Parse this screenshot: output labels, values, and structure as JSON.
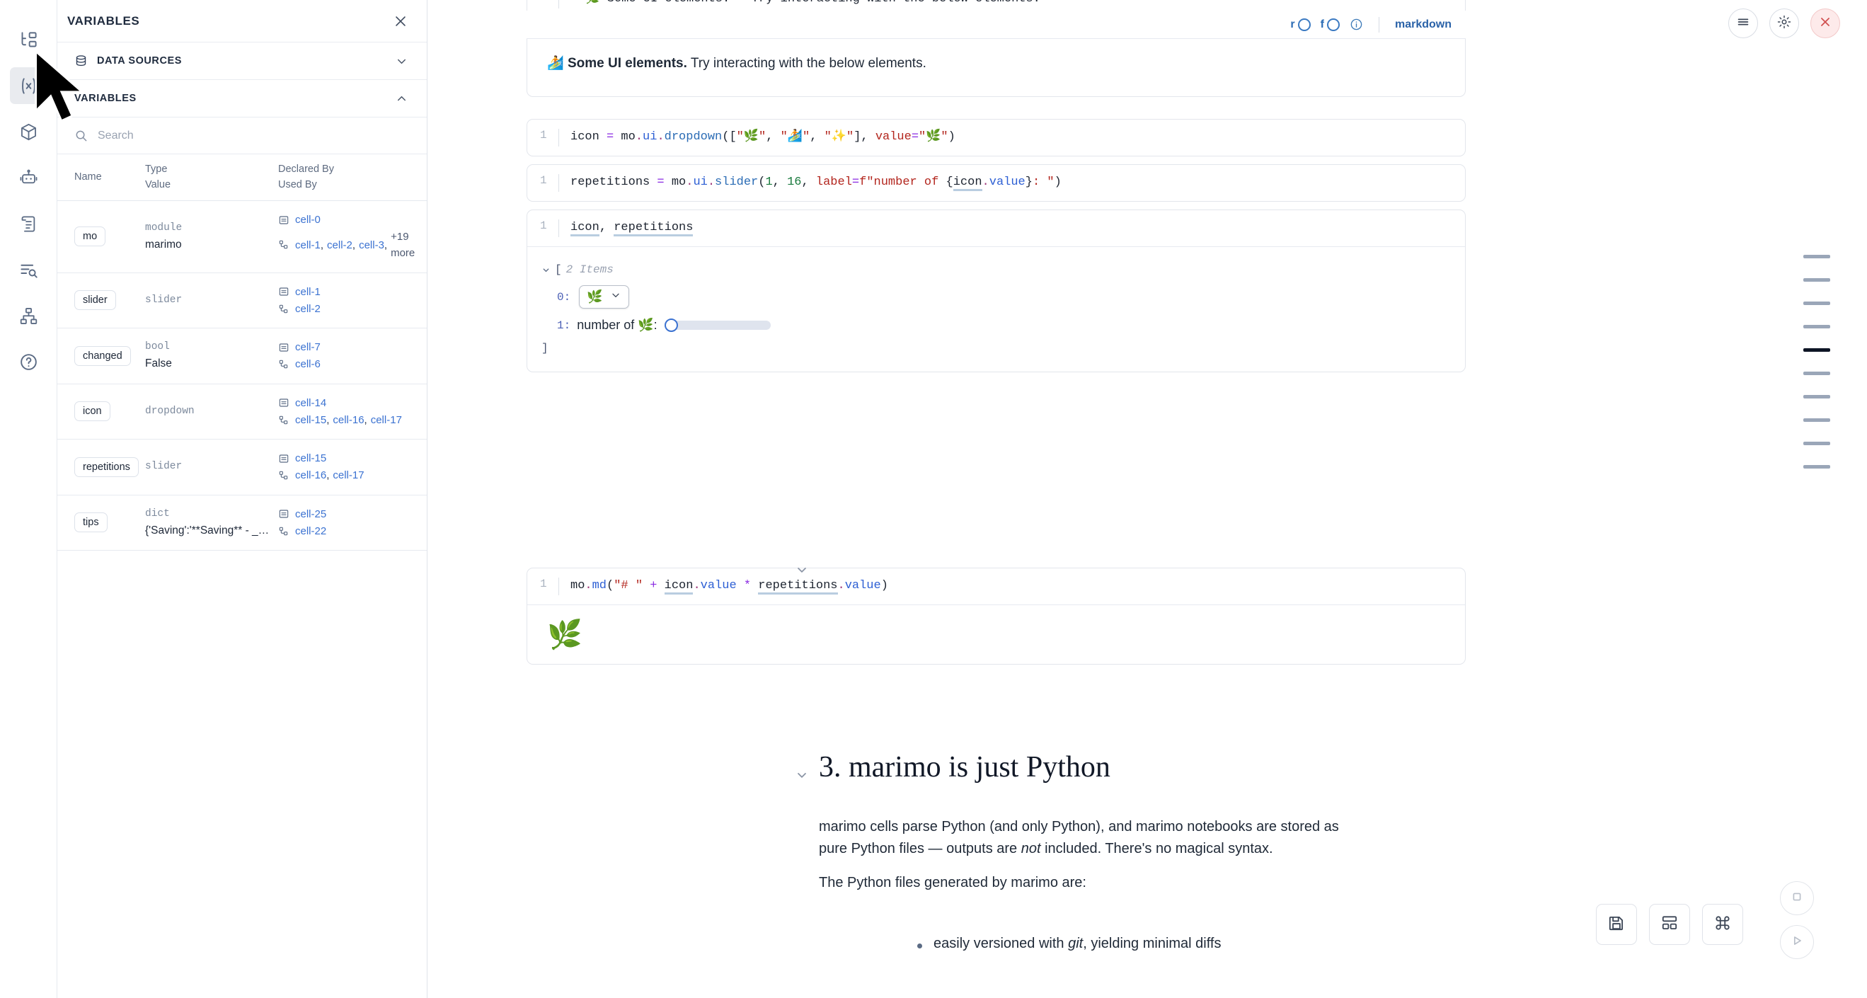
{
  "rail": {
    "items": [
      {
        "name": "file-tree-icon",
        "title": "File explorer"
      },
      {
        "name": "variables-icon",
        "title": "Variables",
        "active": true
      },
      {
        "name": "package-cube-icon",
        "title": "Packages"
      },
      {
        "name": "robot-icon",
        "title": "AI assistant"
      },
      {
        "name": "scroll-doc-icon",
        "title": "Documentation"
      },
      {
        "name": "search-list-icon",
        "title": "Find"
      },
      {
        "name": "dependency-graph-icon",
        "title": "Dependency graph"
      },
      {
        "name": "help-circle-icon",
        "title": "Help"
      }
    ]
  },
  "panel": {
    "title": "VARIABLES",
    "close_label": "×",
    "sections": [
      {
        "label": "DATA SOURCES",
        "expanded": false
      },
      {
        "label": "VARIABLES",
        "expanded": true
      }
    ],
    "search_placeholder": "Search",
    "search_value": "",
    "table": {
      "headers": {
        "name": "Name",
        "type": "Type",
        "value": "Value",
        "declared_by": "Declared By",
        "used_by": "Used By"
      },
      "rows": [
        {
          "name": "mo",
          "type": "module",
          "value": "marimo",
          "declared_by": [
            "cell-0"
          ],
          "used_by": [
            "cell-1",
            "cell-2",
            "cell-3"
          ],
          "more": "+19 more"
        },
        {
          "name": "slider",
          "type": "slider",
          "value": "",
          "declared_by": [
            "cell-1"
          ],
          "used_by": [
            "cell-2"
          ],
          "more": ""
        },
        {
          "name": "changed",
          "type": "bool",
          "value": "False",
          "declared_by": [
            "cell-7"
          ],
          "used_by": [
            "cell-6"
          ],
          "more": ""
        },
        {
          "name": "icon",
          "type": "dropdown",
          "value": "",
          "declared_by": [
            "cell-14"
          ],
          "used_by": [
            "cell-15",
            "cell-16",
            "cell-17"
          ],
          "more": ""
        },
        {
          "name": "repetitions",
          "type": "slider",
          "value": "",
          "declared_by": [
            "cell-15"
          ],
          "used_by": [
            "cell-16",
            "cell-17"
          ],
          "more": ""
        },
        {
          "name": "tips",
          "type": "dict",
          "value": "{'Saving':'**Saving** - _Na...",
          "declared_by": [
            "cell-25"
          ],
          "used_by": [
            "cell-22"
          ],
          "more": ""
        }
      ]
    }
  },
  "notebook": {
    "top_cell": {
      "gutter": "1",
      "code": "\"\"🌿 Some UI elements.\"\" Try interacting with the below elements."
    },
    "toolbar": {
      "r_label": "r",
      "f_label": "f",
      "info_icon": "info-circle-icon",
      "language": "markdown",
      "menu_icon": "hamburger-menu-icon",
      "settings_icon": "gear-icon",
      "close_icon": "close-x-icon"
    },
    "md_output": {
      "emoji": "🏄",
      "bold": "Some UI elements.",
      "rest": " Try interacting with the below elements."
    },
    "cells": [
      {
        "gutter": "1",
        "code": "icon = mo.ui.dropdown([\"🌿\", \"🏄\", \"✨\"], value=\"🌿\")"
      },
      {
        "gutter": "1",
        "code": "repetitions = mo.ui.slider(1, 16, label=f\"number of {icon.value}: \")"
      },
      {
        "gutter": "1",
        "code": "icon, repetitions"
      },
      {
        "gutter": "1",
        "code": "mo.md(\"# \" + icon.value * repetitions.value)"
      }
    ],
    "tree_output": {
      "open_bracket": "[",
      "items_label": "2 Items",
      "close_bracket": "]",
      "entries": [
        {
          "index": "0:",
          "kind": "dropdown",
          "value": "🌿"
        },
        {
          "index": "1:",
          "kind": "slider",
          "label": "number of 🌿:",
          "value": 1,
          "min": 1,
          "max": 16
        }
      ]
    },
    "md_result": {
      "emoji": "🌿"
    },
    "section3": {
      "title": "3. marimo is just Python",
      "p1_a": "marimo cells parse Python (and only Python), and marimo notebooks are stored as pure Python files — outputs are ",
      "p1_em": "not",
      "p1_b": " included. There's no magical syntax.",
      "p2": "The Python files generated by marimo are:",
      "bullet1_a": "easily versioned with ",
      "bullet1_em": "git",
      "bullet1_b": ", yielding minimal diffs"
    }
  },
  "minimap": {
    "marks": [
      {
        "active": false
      },
      {
        "active": false
      },
      {
        "active": false
      },
      {
        "active": false
      },
      {
        "active": true
      },
      {
        "active": false
      },
      {
        "active": false
      },
      {
        "active": false
      },
      {
        "active": false
      },
      {
        "active": false
      }
    ]
  },
  "float_buttons": [
    {
      "name": "save-icon",
      "title": "Save"
    },
    {
      "name": "layout-icon",
      "title": "Layout"
    },
    {
      "name": "command-palette-icon",
      "title": "Command palette"
    }
  ],
  "run_buttons": [
    {
      "name": "stop-icon",
      "title": "Interrupt"
    },
    {
      "name": "run-icon",
      "title": "Run"
    }
  ]
}
